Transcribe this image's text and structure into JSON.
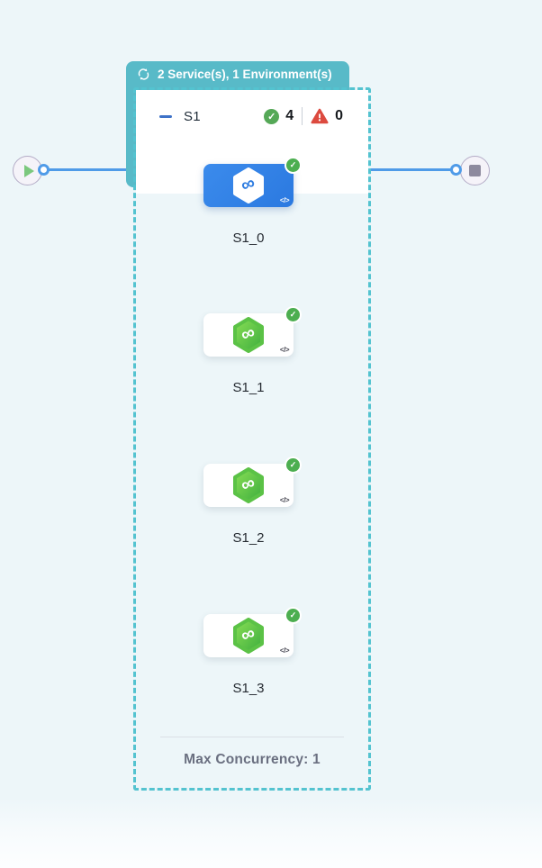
{
  "execution_badge": {
    "label": "2 Service(s), 1 Environment(s)"
  },
  "stage_group": {
    "name": "S1",
    "success_count": "4",
    "error_count": "0"
  },
  "stages": [
    {
      "label": "S1_0",
      "state": "selected"
    },
    {
      "label": "S1_1",
      "state": "success"
    },
    {
      "label": "S1_2",
      "state": "success"
    },
    {
      "label": "S1_3",
      "state": "success"
    }
  ],
  "footer": {
    "max_concurrency": "Max Concurrency: 1"
  },
  "glyphs": {
    "check": "✓",
    "infinity": "∞",
    "code": "</>"
  },
  "colors": {
    "accent_teal": "#58BAC8",
    "dashed_border": "#54C3D0",
    "line_blue": "#4F9BE8",
    "selected_blue": "#3080E8",
    "success_green": "#4CAE50",
    "error_red": "#DC4A3F",
    "canvas_bg": "#EDF6F9"
  }
}
